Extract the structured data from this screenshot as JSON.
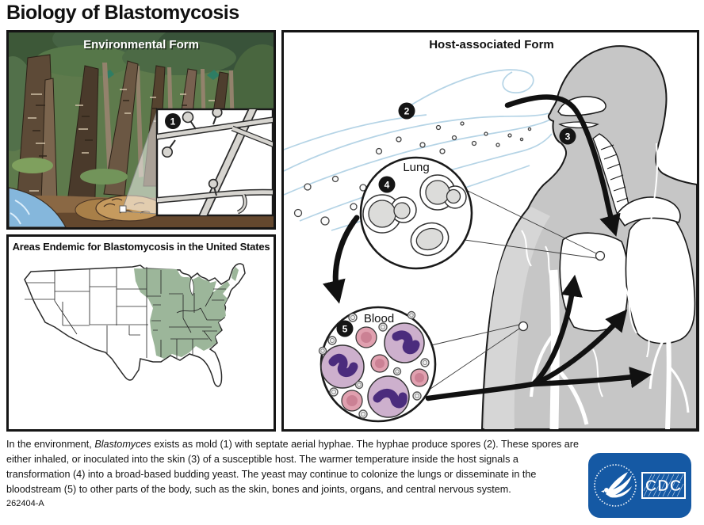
{
  "page": {
    "title": "Biology of Blastomycosis",
    "doc_number": "262404-A"
  },
  "environmental_panel": {
    "title": "Environmental Form"
  },
  "map_panel": {
    "title": "Areas Endemic for Blastomycosis in the United States"
  },
  "host_panel": {
    "title": "Host-associated Form",
    "lung_label": "Lung",
    "blood_label": "Blood"
  },
  "steps": [
    "1",
    "2",
    "3",
    "4",
    "5"
  ],
  "caption": {
    "lead": "In the environment, ",
    "organism": "Blastomyces",
    "rest": " exists as mold (1) with septate aerial hyphae. The hyphae produce spores (2). These spores are either inhaled, or inoculated into the skin (3) of a susceptible host. The warmer temperature inside the host signals a transformation (4) into a broad-based budding yeast. The yeast may continue to colonize the lungs or disseminate in the bloodstream (5) to other parts of the body, such as the skin, bones and joints, organs, and central nervous system."
  },
  "logo": {
    "label": "CDC"
  },
  "colors": {
    "endemic_green": "#9cb69a",
    "cdc_blue": "#1559a4",
    "wind_blue": "#b5d4e6",
    "body_gray": "#c6c6c6",
    "wbc_purple": "#cdb0cd",
    "nucleus_purple": "#4b2c7d",
    "rbc_pink": "#e0a0af"
  }
}
